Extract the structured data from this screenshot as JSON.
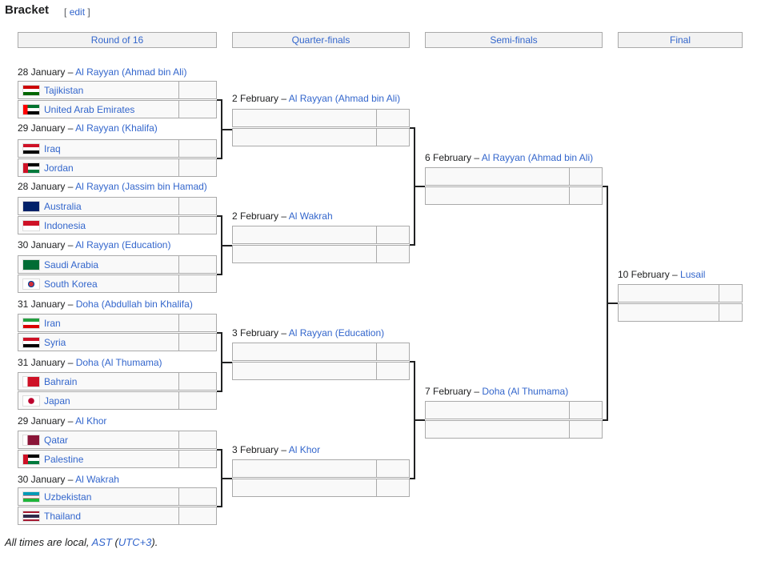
{
  "page": {
    "heading": "Bracket",
    "edit_open": "[",
    "edit_label": "edit",
    "edit_close": "]"
  },
  "rounds": [
    "Round of 16",
    "Quarter-finals",
    "Semi-finals",
    "Final"
  ],
  "r16": [
    {
      "date": "28 January – ",
      "venue": "Al Rayyan (Ahmad bin Ali)",
      "teams": [
        {
          "name": "Tajikistan",
          "flag": "tjk"
        },
        {
          "name": "United Arab Emirates",
          "flag": "uae"
        }
      ]
    },
    {
      "date": "29 January – ",
      "venue": "Al Rayyan (Khalifa)",
      "teams": [
        {
          "name": "Iraq",
          "flag": "irq"
        },
        {
          "name": "Jordan",
          "flag": "jor"
        }
      ]
    },
    {
      "date": "28 January – ",
      "venue": "Al Rayyan (Jassim bin Hamad)",
      "teams": [
        {
          "name": "Australia",
          "flag": "aus"
        },
        {
          "name": "Indonesia",
          "flag": "idn"
        }
      ]
    },
    {
      "date": "30 January – ",
      "venue": "Al Rayyan (Education)",
      "teams": [
        {
          "name": "Saudi Arabia",
          "flag": "ksa"
        },
        {
          "name": "South Korea",
          "flag": "kor"
        }
      ]
    },
    {
      "date": "31 January – ",
      "venue": "Doha (Abdullah bin Khalifa)",
      "teams": [
        {
          "name": "Iran",
          "flag": "irn"
        },
        {
          "name": "Syria",
          "flag": "syr"
        }
      ]
    },
    {
      "date": "31 January – ",
      "venue": "Doha (Al Thumama)",
      "teams": [
        {
          "name": "Bahrain",
          "flag": "bhr"
        },
        {
          "name": "Japan",
          "flag": "jpn"
        }
      ]
    },
    {
      "date": "29 January – ",
      "venue": "Al Khor",
      "teams": [
        {
          "name": "Qatar",
          "flag": "qat"
        },
        {
          "name": "Palestine",
          "flag": "ple"
        }
      ]
    },
    {
      "date": "30 January – ",
      "venue": "Al Wakrah",
      "teams": [
        {
          "name": "Uzbekistan",
          "flag": "uzb"
        },
        {
          "name": "Thailand",
          "flag": "tha"
        }
      ]
    }
  ],
  "qf": [
    {
      "date": "2 February – ",
      "venue": "Al Rayyan (Ahmad bin Ali)"
    },
    {
      "date": "2 February – ",
      "venue": "Al Wakrah"
    },
    {
      "date": "3 February – ",
      "venue": "Al Rayyan (Education)"
    },
    {
      "date": "3 February – ",
      "venue": "Al Khor"
    }
  ],
  "sf": [
    {
      "date": "6 February – ",
      "venue": "Al Rayyan (Ahmad bin Ali)"
    },
    {
      "date": "7 February – ",
      "venue": "Doha (Al Thumama)"
    }
  ],
  "final": {
    "date": "10 February – ",
    "venue": "Lusail"
  },
  "footer": {
    "text1": "All times are local, ",
    "ast": "AST",
    "paren_open": " (",
    "utc": "UTC+3",
    "paren_close": ")."
  }
}
